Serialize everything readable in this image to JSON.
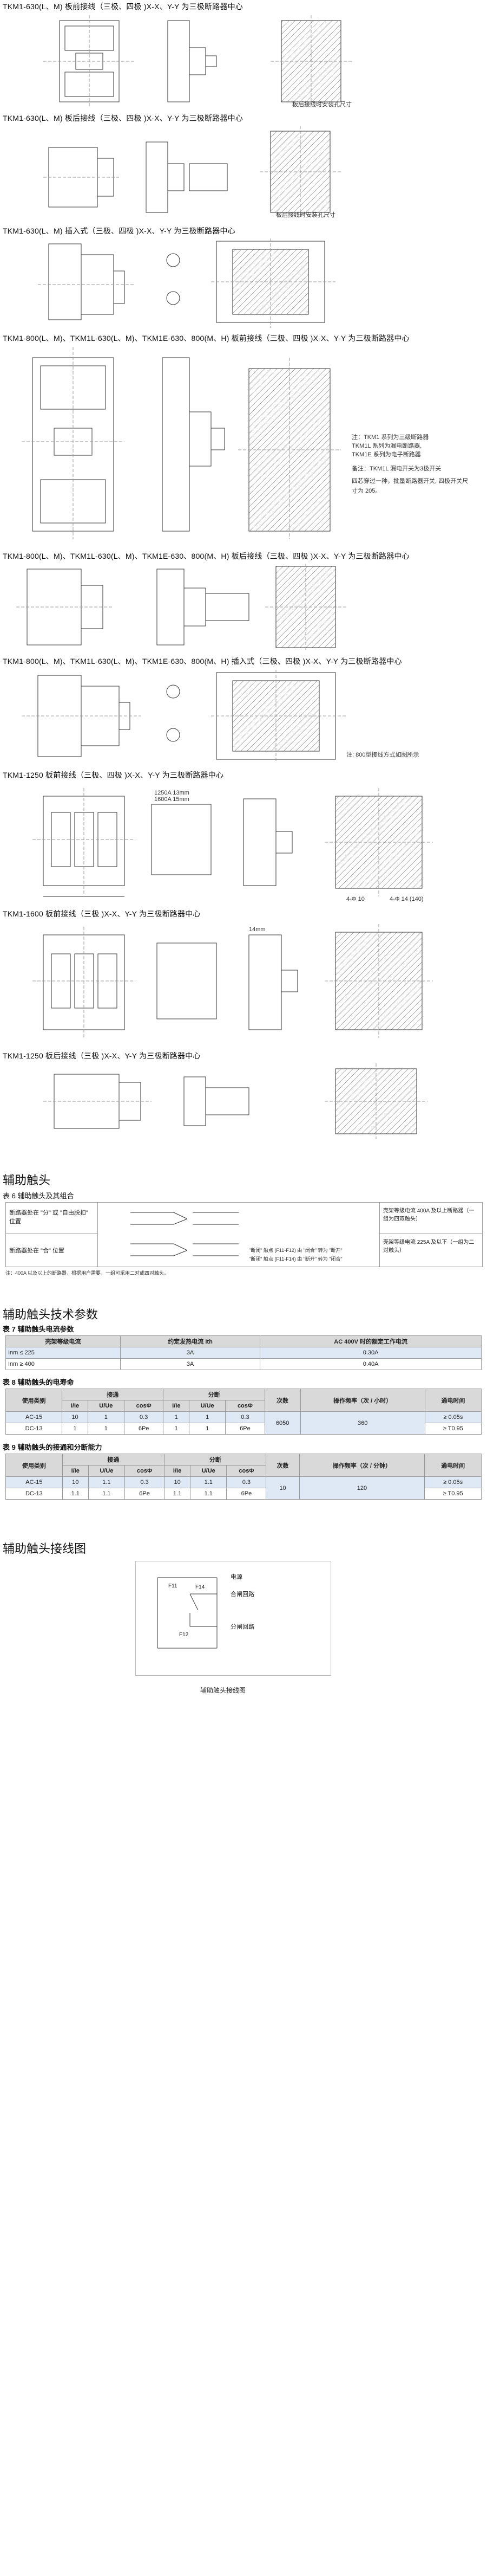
{
  "sections": [
    {
      "title": "TKM1-630(L、M) 板前接线（三极、四极 )X-X、Y-Y 为三极断路器中心"
    },
    {
      "title": "TKM1-630(L、M) 板后接线（三极、四极 )X-X、Y-Y 为三极断路器中心"
    },
    {
      "title": "TKM1-630(L、M) 插入式（三极、四极 )X-X、Y-Y 为三极断路器中心"
    },
    {
      "title": "TKM1-800(L、M)、TKM1L-630(L、M)、TKM1E-630、800(M、H) 板前接线（三极、四极 )X-X、Y-Y 为三极断路器中心"
    },
    {
      "title": "TKM1-800(L、M)、TKM1L-630(L、M)、TKM1E-630、800(M、H) 板后接线（三极、四极 )X-X、Y-Y 为三极断路器中心"
    },
    {
      "title": "TKM1-800(L、M)、TKM1L-630(L、M)、TKM1E-630、800(M、H) 插入式（三极、四极 )X-X、Y-Y 为三极断路器中心"
    },
    {
      "title": "TKM1-1250 板前接线（三极、四极 )X-X、Y-Y 为三极断路器中心"
    },
    {
      "title": "TKM1-1600 板前接线（三极 )X-X、Y-Y 为三极断路器中心"
    },
    {
      "title": "TKM1-1250 板后接线（三极 )X-X、Y-Y 为三极断路器中心"
    }
  ],
  "drawing_notes": {
    "note_630_front": "板后接线时安装孔尺寸",
    "note_630_back": "板后接线时安装孔尺寸",
    "note_800_front_1": "注：TKM1 系列为三级断路器",
    "note_800_front_2": "TKM1L 系列为漏电断路器,",
    "note_800_front_3": "TKM1E 系列为电子断路器",
    "note_800_front_4": "备注：TKM1L 漏电开关为3极开关",
    "note_800_front_5": "四芯穿过一种，批量断路器开关, 四极开关尺寸为 205。",
    "note_800_plug": "注: 800型接线方式如图所示",
    "dim_1250_a": "1250A 13mm",
    "dim_1250_b": "1600A 15mm",
    "dim_1250_c": "4-Φ 10",
    "dim_1250_d": "4-Φ 14 (140)",
    "dim_1600_a": "14mm"
  },
  "aux": {
    "heading": "辅助触头",
    "table6_title": "表 6 辅助触头及其组合",
    "row1_left": "断路器处在 \"分\" 或 \"自由脱扣\" 位置",
    "row2_left": "断路器处在 \"合\" 位置",
    "right1": "壳架等级电流 400A 及以上断路器（一组为四双触头）",
    "right2": "壳架等级电流 225A 及以下（一组为二对触头）",
    "right3": "\"断闭\" 触点 (F11-F12) 由 \"闭合\" 转为 \"断开\"",
    "right4": "\"断闭\" 触点 (F11-F14) 由 \"断开\" 转为 \"闭合\"",
    "note": "注：400A 以及以上的断路器，根据用户需要，一组可采用二对或四对触头。"
  },
  "tech": {
    "heading": "辅助触头技术参数",
    "table7_title": "表 7 辅助触头电流参数",
    "t7_headers": [
      "壳架等级电流",
      "约定发热电流 Ith",
      "AC 400V 时的额定工作电流"
    ],
    "t7_rows": [
      [
        "Inm ≤ 225",
        "3A",
        "0.30A"
      ],
      [
        "Inm ≥ 400",
        "3A",
        "0.40A"
      ]
    ],
    "table8_title": "表 8 辅助触头的电寿命",
    "t8_head_top": [
      "使用类别",
      "接通",
      "分断",
      "次数",
      "操作频率（次 / 小时）",
      "通电时间"
    ],
    "t8_head_sub": [
      "I/Ie",
      "U/Ue",
      "cosΦ",
      "I/Ie",
      "U/Ue",
      "cosΦ"
    ],
    "t8_rows": [
      [
        "AC-15",
        "10",
        "1",
        "0.3",
        "1",
        "1",
        "0.3",
        "6050",
        "360",
        "≥ 0.05s"
      ],
      [
        "DC-13",
        "1",
        "1",
        "6Pe",
        "1",
        "1",
        "6Pe",
        "",
        "",
        "≥ T0.95"
      ]
    ],
    "table9_title": "表 9 辅助触头的接通和分断能力",
    "t9_head_top": [
      "使用类别",
      "接通",
      "分断",
      "次数",
      "操作频率（次 / 分钟）",
      "通电时间"
    ],
    "t9_head_sub": [
      "I/Ie",
      "U/Ue",
      "cosΦ",
      "I/Ie",
      "U/Ue",
      "cosΦ"
    ],
    "t9_rows": [
      [
        "AC-15",
        "10",
        "1.1",
        "0.3",
        "10",
        "1.1",
        "0.3",
        "10",
        "120",
        "≥ 0.05s"
      ],
      [
        "DC-13",
        "1.1",
        "1.1",
        "6Pe",
        "1.1",
        "1.1",
        "6Pe",
        "",
        "",
        "≥ T0.95"
      ]
    ]
  },
  "wiring": {
    "heading": "辅助触头接线图",
    "labels": [
      "电源",
      "合闸回路",
      "分闸回路"
    ],
    "terminals": [
      "F11",
      "F14",
      "F12"
    ],
    "caption": "辅助触头接线图"
  }
}
